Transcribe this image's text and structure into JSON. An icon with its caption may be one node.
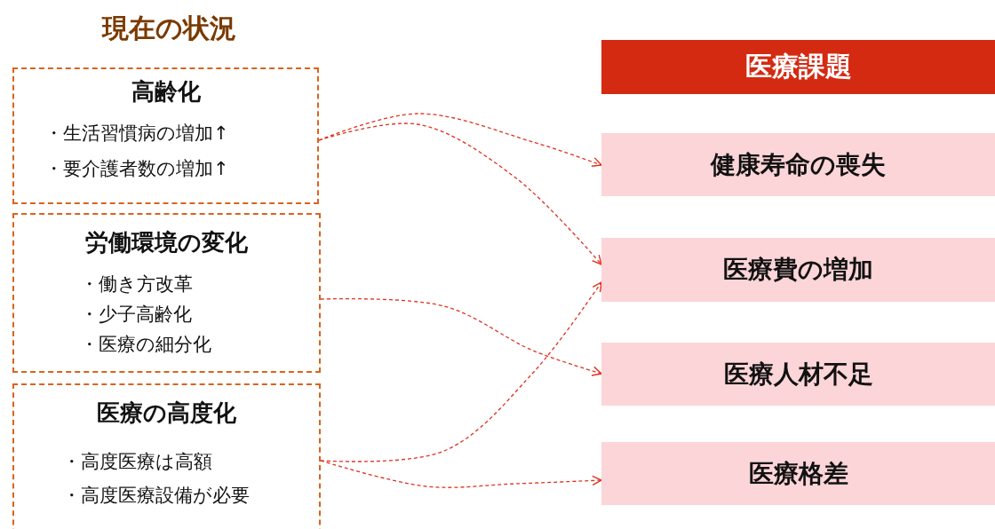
{
  "diagram": {
    "title": "現在の状況",
    "nodes": [
      {
        "text": [
          "高齢化",
          "・生活習慣病の増加↑",
          "・要介護者数の増加↑"
        ]
      },
      {
        "text": [
          "労働環境の変化",
          "・働き方改革",
          "・少子高齢化",
          "・医療の細分化"
        ]
      },
      {
        "text": [
          "医療の高度化",
          "・高度医療は高額",
          "・高度医療設備が必要"
        ]
      },
      {
        "text": [
          "医療課題"
        ]
      },
      {
        "text": [
          "健康寿命の喪失"
        ]
      },
      {
        "text": [
          "医療費の増加"
        ]
      },
      {
        "text": [
          "医療人材不足"
        ]
      },
      {
        "text": [
          "医療格差"
        ]
      }
    ],
    "edges": [
      {
        "from": 0,
        "to": 4,
        "arrow": "to",
        "style": "dashed"
      },
      {
        "from": 0,
        "to": 5,
        "arrow": "to",
        "style": "dashed"
      },
      {
        "from": 1,
        "to": 6,
        "arrow": "to",
        "style": "dashed"
      },
      {
        "from": 2,
        "to": 5,
        "arrow": "to",
        "style": "dashed"
      },
      {
        "from": 2,
        "to": 7,
        "arrow": "to",
        "style": "dashed"
      }
    ]
  }
}
